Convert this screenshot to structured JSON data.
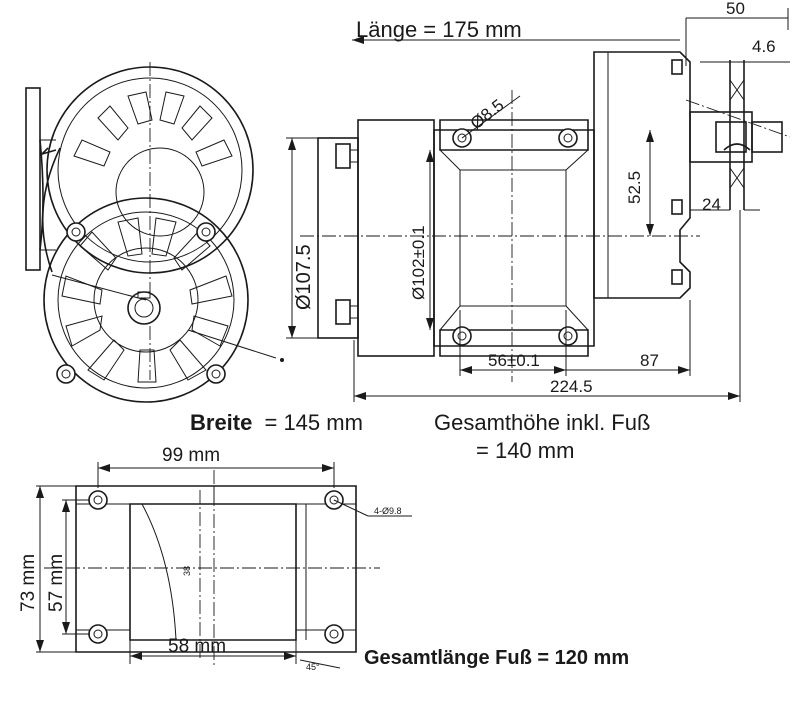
{
  "labels": {
    "laenge": "Länge = 175 mm",
    "breite": "Breite",
    "breite_value": "= 145 mm",
    "gesamthoehe_line1": "Gesamthöhe inkl. Fuß",
    "gesamthoehe_line2": "= 140 mm",
    "gesamtlaenge_fuss": "Gesamtlänge Fuß = 120 mm"
  },
  "dimensions": {
    "d50": "50",
    "d4_6": "4.6",
    "d8_5": "Ø8.5",
    "d107_5": "Ø107.5",
    "d102": "Ø102±0.1",
    "d52_5": "52.5",
    "d24": "24",
    "d56": "56±0.1",
    "d87": "87",
    "d224_5": "224.5",
    "foot_99": "99 mm",
    "foot_73": "73 mm",
    "foot_57": "57 mm",
    "foot_58": "58 mm",
    "foot_hole": "4-Ø9.8",
    "foot_chamfer": "45°",
    "foot_center": "38"
  }
}
